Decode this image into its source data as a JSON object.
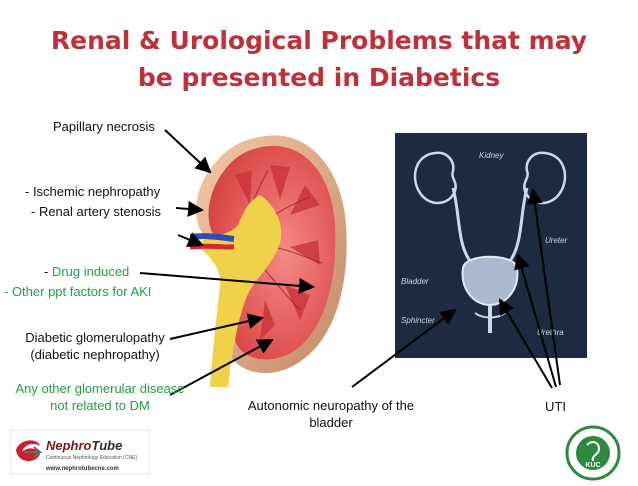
{
  "title_lines": [
    "Renal & Urological Problems that may",
    "be presented in Diabetics"
  ],
  "labels": {
    "papillary": "Papillary necrosis",
    "ischemic": "- Ischemic nephropathy",
    "stenosis": "- Renal artery stenosis",
    "drug_prefix": "- ",
    "drug": "Drug induced",
    "other_ppt": "- Other ppt factors for AKI",
    "glom1": "Diabetic glomerulopathy",
    "glom2": "(diabetic nephropathy)",
    "other_glom1": "Any other glomerular disease",
    "other_glom2": "not related to DM",
    "auto1": "Autonomic neuropathy of the",
    "auto2": "bladder",
    "uti": "UTI"
  },
  "urinary_image_labels": {
    "kidney": "Kidney",
    "ureter": "Ureter",
    "bladder": "Bladder",
    "sphincter": "Sphincter",
    "urethra": "Urethra"
  },
  "logos": {
    "left_name": "NephroTube",
    "left_tagline": "Continuous Nephrology Education (CNE)",
    "left_url": "www.nephrotubecne.com",
    "right_letters": "KUC"
  },
  "colors": {
    "title": "#c0303a",
    "green_text": "#22a045",
    "kidney_cortex": "#ef6b6b",
    "pelvis": "#f0d24a",
    "urinary_bg": "#1d2a42"
  }
}
